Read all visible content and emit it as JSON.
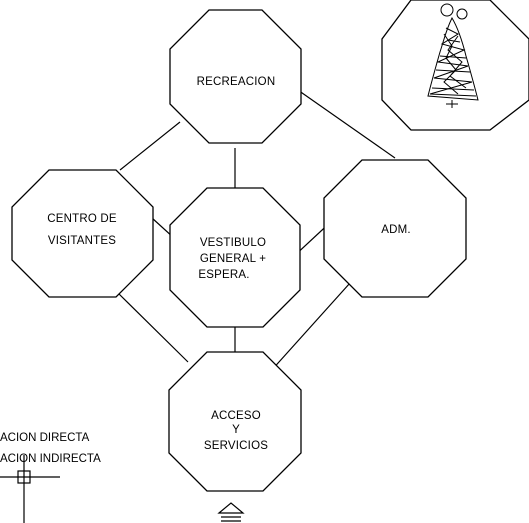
{
  "nodes": {
    "recreacion": {
      "lines": [
        "RECREACION"
      ]
    },
    "centro_visitantes": {
      "lines": [
        "CENTRO DE",
        "VISITANTES"
      ]
    },
    "vestibulo": {
      "lines": [
        "VESTIBULO",
        "GENERAL +",
        "ESPERA."
      ]
    },
    "adm": {
      "lines": [
        "ADM."
      ]
    },
    "acceso": {
      "lines": [
        "ACCESO",
        "Y",
        "SERVICIOS"
      ]
    }
  },
  "legend": {
    "direct": "ACION DIRECTA",
    "indirect": "ACION INDIRECTA"
  },
  "colors": {
    "stroke": "#000000",
    "background": "#ffffff"
  },
  "icons": [
    "tree-icon",
    "crosshair-icon",
    "entrance-arrow-icon"
  ]
}
